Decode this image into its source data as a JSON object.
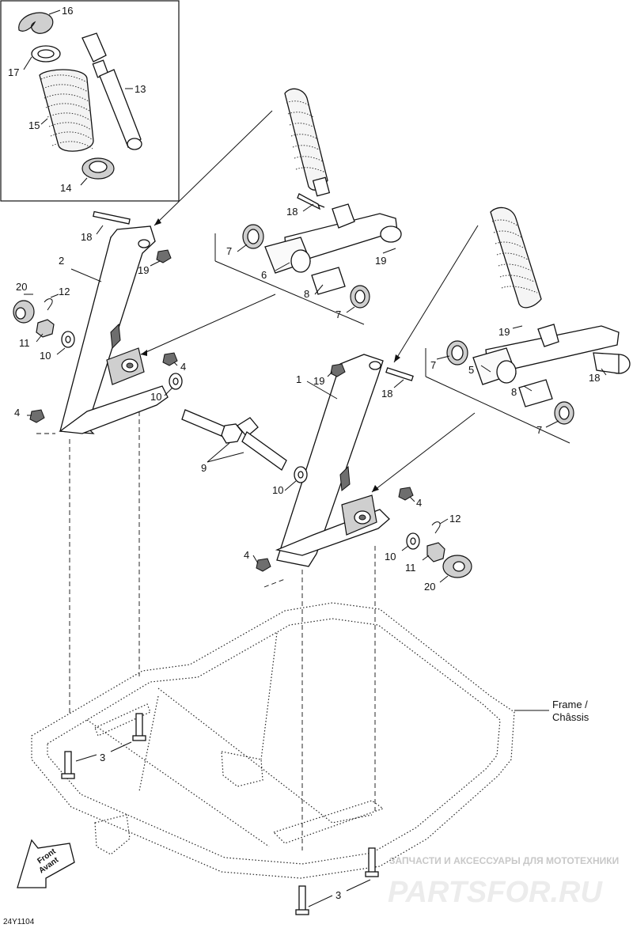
{
  "diagram": {
    "drawing_code": "24Y1104",
    "frame_label": {
      "line1": "Frame /",
      "line2": "Châssis"
    },
    "front_label": {
      "line1": "Front",
      "line2": "Avant"
    },
    "watermark": {
      "caption": "ЗАПЧАСТИ И АКСЕССУАРЫ ДЛЯ МОТОТЕХНИКИ",
      "brand": "PARTSFOR.RU"
    },
    "callouts": {
      "c1": "1",
      "c2": "2",
      "c3a": "3",
      "c3b": "3",
      "c4a": "4",
      "c4b": "4",
      "c4c": "4",
      "c4d": "4",
      "c5": "5",
      "c6": "6",
      "c7a": "7",
      "c7b": "7",
      "c7c": "7",
      "c7d": "7",
      "c8a": "8",
      "c8b": "8",
      "c9": "9",
      "c10a": "10",
      "c10b": "10",
      "c10c": "10",
      "c10d": "10",
      "c11a": "11",
      "c11b": "11",
      "c12a": "12",
      "c12b": "12",
      "c13": "13",
      "c14": "14",
      "c15": "15",
      "c16": "16",
      "c17": "17",
      "c18a": "18",
      "c18b": "18",
      "c18c": "18",
      "c18d": "18",
      "c19a": "19",
      "c19b": "19",
      "c19c": "19",
      "c19d": "19",
      "c20a": "20",
      "c20b": "20"
    }
  }
}
